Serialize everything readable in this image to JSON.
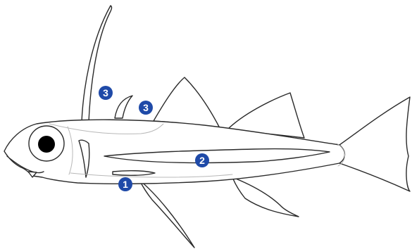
{
  "colors": {
    "outline": "#2a2a2a",
    "inner_line": "#b8b8b8",
    "marker_fill": "#1f4aa8",
    "marker_text": "#ffffff",
    "eye": "#000000"
  },
  "markers": [
    {
      "id": "marker-1",
      "label": "1"
    },
    {
      "id": "marker-2",
      "label": "2"
    },
    {
      "id": "marker-3a",
      "label": "3"
    },
    {
      "id": "marker-3b",
      "label": "3"
    }
  ]
}
